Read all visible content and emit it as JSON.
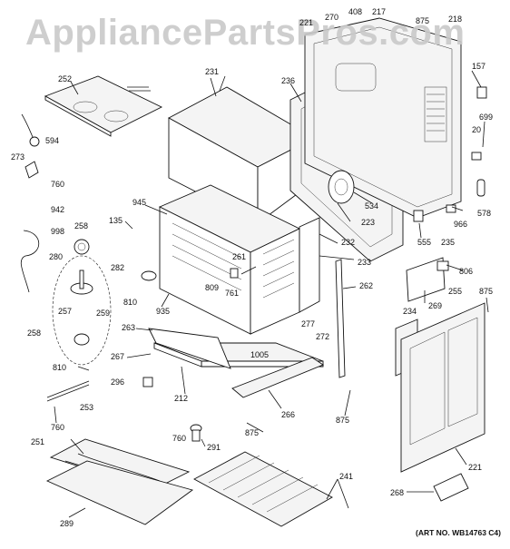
{
  "watermark": "AppliancePartsPros.com",
  "art_number": "(ART NO. WB14763 C4)",
  "callouts": {
    "c252": "252",
    "c231": "231",
    "c236": "236",
    "c221a": "221",
    "c270": "270",
    "c408": "408",
    "c217": "217",
    "c875a": "875",
    "c218": "218",
    "c157": "157",
    "c594": "594",
    "c273": "273",
    "c760a": "760",
    "c942": "942",
    "c998": "998",
    "c258a": "258",
    "c280": "280",
    "c135": "135",
    "c945": "945",
    "c534": "534",
    "c699": "699",
    "c20": "20",
    "c578": "578",
    "c966": "966",
    "c223": "223",
    "c555": "555",
    "c235": "235",
    "c232": "232",
    "c233": "233",
    "c282": "282",
    "c261": "261",
    "c809": "809",
    "c761": "761",
    "c806": "806",
    "c255": "255",
    "c262": "262",
    "c810a": "810",
    "c935": "935",
    "c257": "257",
    "c259": "259",
    "c258b": "258",
    "c269": "269",
    "c875b": "875",
    "c263": "263",
    "c277": "277",
    "c234": "234",
    "c272": "272",
    "c267": "267",
    "c1005": "1005",
    "c810b": "810",
    "c296": "296",
    "c212": "212",
    "c266": "266",
    "c875c": "875",
    "c253": "253",
    "c760b": "760",
    "c875d": "875",
    "c251": "251",
    "c760c": "760",
    "c291": "291",
    "c221b": "221",
    "c241": "241",
    "c268": "268",
    "c289": "289"
  }
}
